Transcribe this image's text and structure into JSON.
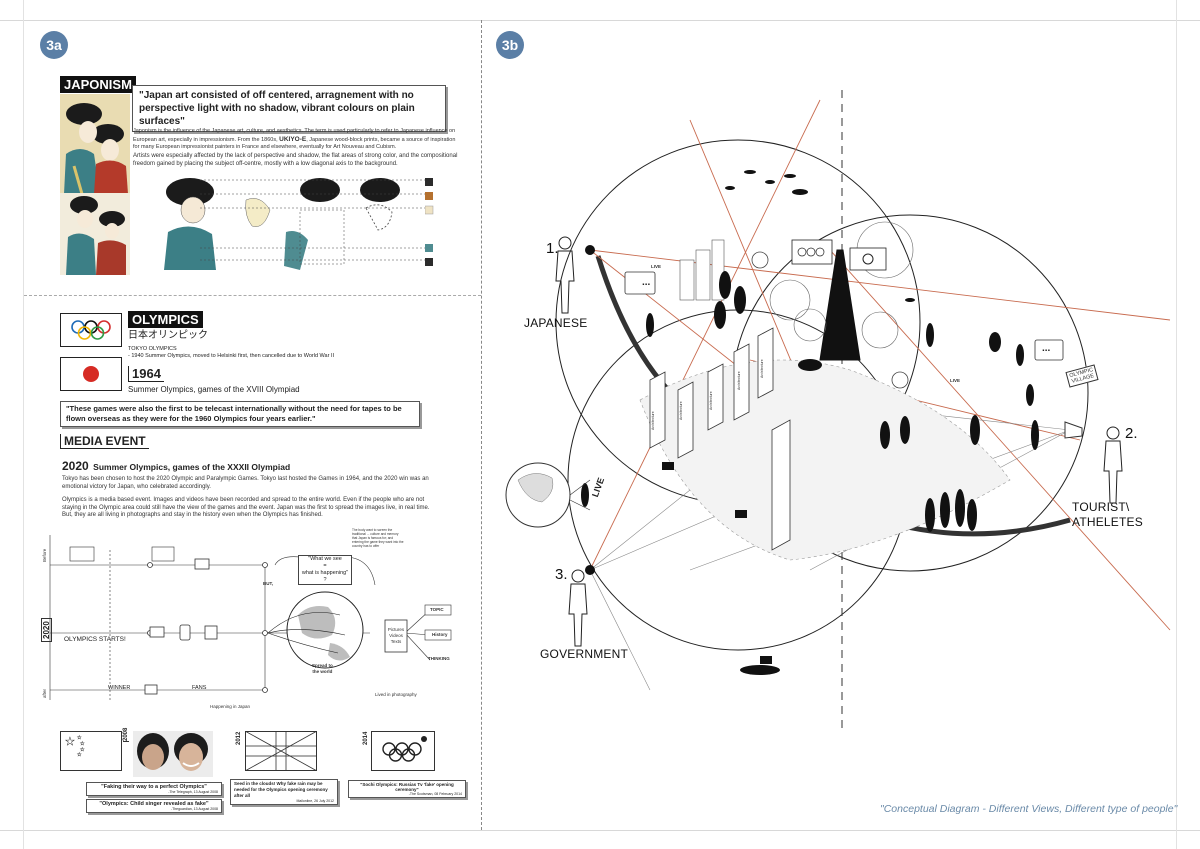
{
  "panel_a": {
    "badge": "3a",
    "japonism": {
      "tag": "JAPONISM",
      "quote": "\"Japan art consisted of off centered, arragnement with no perspective light with no shadow, vibrant colours on plain surfaces\"",
      "para1_start": "Japonism is the influence of the Japanese art, culture, and aesthetics. The term is used particularly to refer to Japanese influence on European art, especially in impressionism. From the 1860s, ",
      "para1_bold": "UKIYO-E",
      "para1_end": ", Japanese wood-block prints, became a source of inspiration for many European impressionist painters in France and elsewhere, eventually for Art Nouveau and Cubism.",
      "para2": "Artists were especially affected by the lack of perspective and shadow, the flat areas of strong color, and the compositional freedom gained by placing the subject off-centre, mostly with a low diagonal axis to the background.",
      "swatches": [
        "#2b2b2b",
        "#b5712f",
        "#efe3c4",
        "#4f8c91",
        "#2b2b2b"
      ]
    },
    "olympics": {
      "tag": "OLYMPICS",
      "jp": "日本オリンピック",
      "tokyo_title": "TOKYO OLYMPICS",
      "tokyo_note": "- 1940 Summer Olympics, moved to Helsinki first, then cancelled due to World War II",
      "year": "1964",
      "year_caption": "Summer Olympics, games of the XVIII Olympiad",
      "quote": "\"These games were also the first to be telecast internationally without the need for tapes to be flown overseas as they were for the 1960 Olympics four years earlier.\""
    },
    "media": {
      "tag": "MEDIA EVENT",
      "year": "2020",
      "heading": "Summer Olympics, games of the XXXII Olympiad",
      "para1": "Tokyo has been chosen to host the 2020 Olympic and Paralympic Games. Tokyo last hosted the Games in 1964, and the 2020 win was an emotional victory for Japan, who celebrated accordingly.",
      "para2": "Olympics is a media based event. Images and videos have been recorded and spread to the entire world. Even if the people who are not staying in the Olympic area could still have the view of the games and the event. Japan was the first to spread the images live, in real time. But, they are all living in photographs and stay in the history even when the Olympics has finished."
    },
    "timeline": {
      "before": "Before",
      "year": "2020",
      "after": "after",
      "olympics_starts": "OLYMPICS STARTS!",
      "winner": "WINNER",
      "fans": "FANS",
      "happening": "Happening in Japan",
      "but": "BUT,",
      "what_we_see": "\"What we see\n=\nwhat is happening\"\n?",
      "spread": "Spread to\nthe world",
      "media_box": "Pictures\nVideos\nTexts",
      "lived": "Lived in photography",
      "topic": "TOPIC",
      "history": "History",
      "thinking": "THINKING",
      "note": "The body want to screen the traditional ... culture and memory that Japan is famous for; and entering the game they want into the country has to offer"
    },
    "cases": [
      {
        "year": "2008",
        "headline": "\"Faking their way to a perfect Olympics\"",
        "source": "-The Telegraph, 13 August 2008",
        "headline2": "\"Olympics: Child singer revealed as fake\"",
        "source2": "-Theguardian, 13 August 2008"
      },
      {
        "year": "2012",
        "headline": "Seed in the clouds! Why fake rain may be needed for the Olympics opening ceremony after all",
        "source": "Mailonline, 26 July 2012"
      },
      {
        "year": "2014",
        "headline": "\"Sochi Olympics: Russias Tv 'fake' opening ceremony\"",
        "source": "-The Scotsman, 08 February 2014"
      }
    ]
  },
  "panel_b": {
    "badge": "3b",
    "people": [
      {
        "num": "1.",
        "label": "JAPANESE"
      },
      {
        "num": "2.",
        "label": "TOURIST\\\nATHELETES"
      },
      {
        "num": "3.",
        "label": "GOVERNMENT"
      }
    ],
    "live_tags": [
      "LIVE",
      "LIVE",
      "LIVE"
    ],
    "village": "OLYMPIC\nVILLAGE",
    "bubble": "...",
    "building_label": "Architecture",
    "caption": "\"Conceptual Diagram - Different Views, Different type of people\""
  }
}
